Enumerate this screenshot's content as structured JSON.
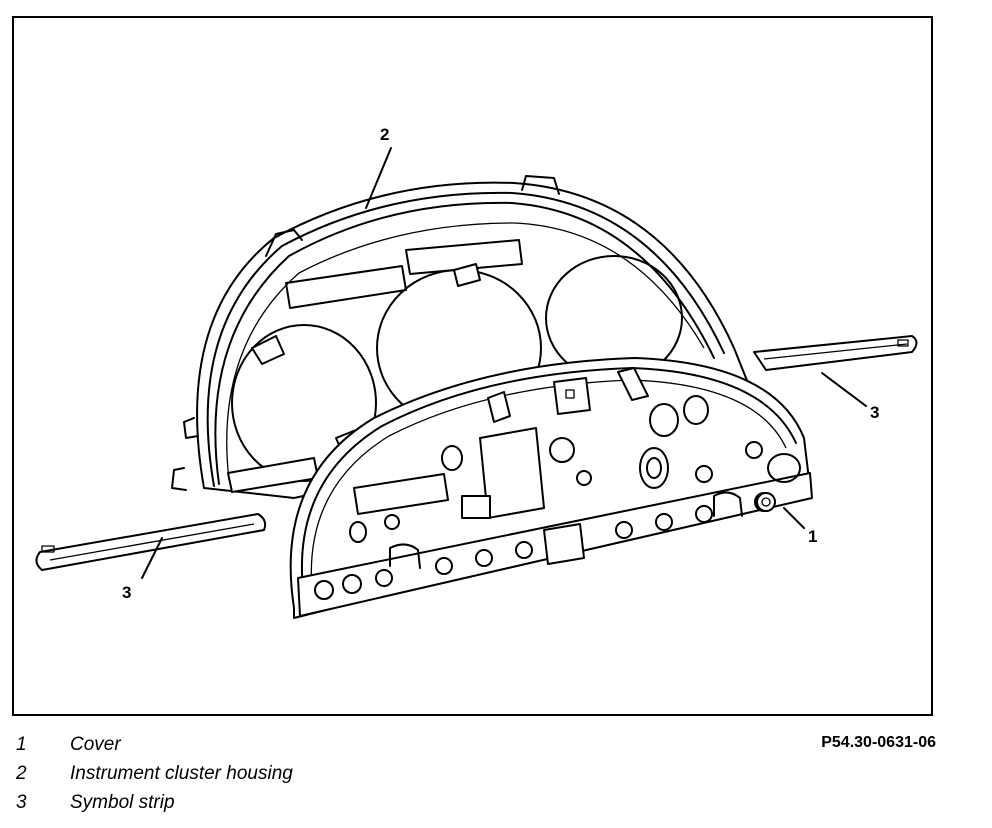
{
  "figure_ref": "P54.30-0631-06",
  "callouts": {
    "c1": "1",
    "c2": "2",
    "c3_right": "3",
    "c3_left": "3"
  },
  "legend": [
    {
      "num": "1",
      "label": "Cover"
    },
    {
      "num": "2",
      "label": "Instrument cluster housing"
    },
    {
      "num": "3",
      "label": "Symbol strip"
    }
  ]
}
